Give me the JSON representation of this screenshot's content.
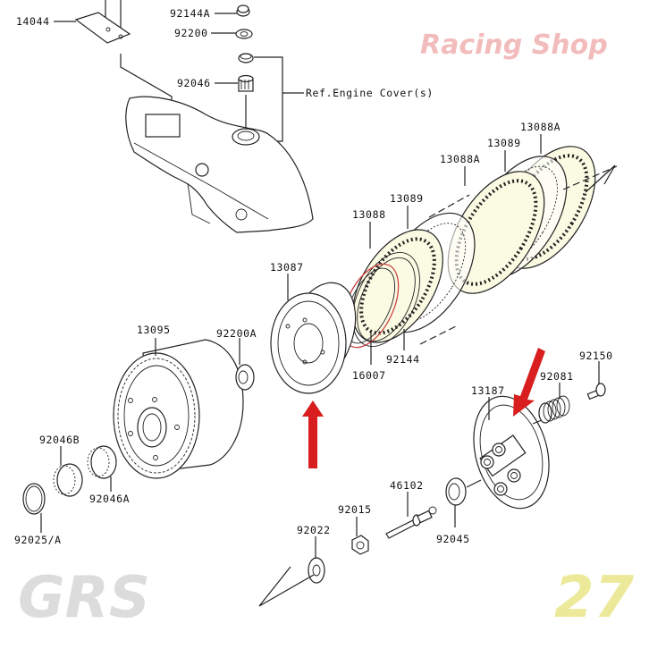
{
  "watermark": {
    "logo_text": "GRS",
    "logo_number": "27",
    "subtitle": "Racing Shop",
    "colors": {
      "gray": "#e6e6e6",
      "yellow": "#f7f6c8",
      "red": "#f7d4d4"
    }
  },
  "reference_note": "Ref.Engine Cover(s)",
  "parts": {
    "p14044": "14044",
    "p92144A": "92144A",
    "p92200": "92200",
    "p92046": "92046",
    "p13088A_top": "13088A",
    "p13089_top": "13089",
    "p13088A_mid": "13088A",
    "p13089_mid": "13089",
    "p13088": "13088",
    "p13087": "13087",
    "p13095": "13095",
    "p92200A": "92200A",
    "p92144": "92144",
    "p16007": "16007",
    "p92150": "92150",
    "p92081": "92081",
    "p13187": "13187",
    "p92046B": "92046B",
    "p92046A": "92046A",
    "p46102": "46102",
    "p92025A": "92025/A",
    "p92015": "92015",
    "p92022": "92022",
    "p92045": "92045"
  },
  "highlight_arrows": {
    "color": "#d81e1e",
    "targets": [
      "13087",
      "13187"
    ]
  }
}
